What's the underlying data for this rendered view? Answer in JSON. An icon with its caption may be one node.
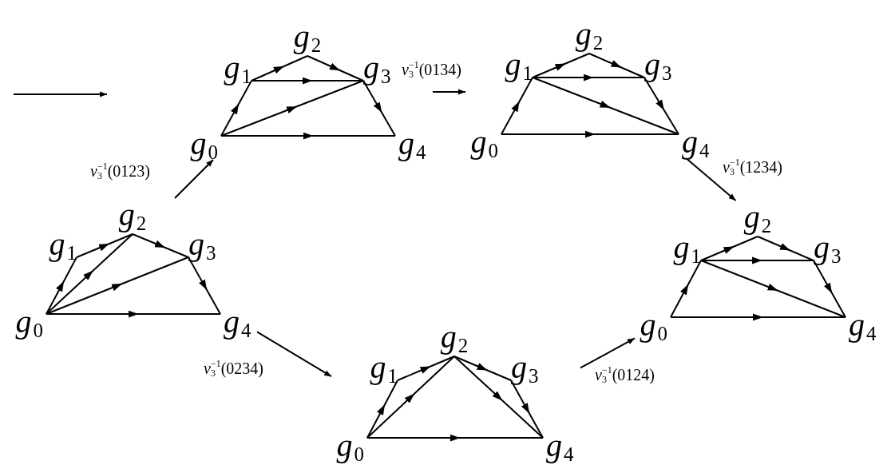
{
  "diagram": {
    "nodes": [
      {
        "text": [
          "g$_{0}$",
          "g$_{1}$",
          "g$_{2}$",
          "g$_{3}$",
          "g$_{4}$"
        ]
      },
      {
        "text": [
          "g$_{0}$",
          "g$_{1}$",
          "g$_{2}$",
          "g$_{3}$",
          "g$_{4}$"
        ]
      },
      {
        "text": [
          "g$_{0}$",
          "g$_{1}$",
          "g$_{2}$",
          "g$_{3}$",
          "g$_{4}$"
        ]
      },
      {
        "text": [
          "g$_{0}$",
          "g$_{1}$",
          "g$_{2}$",
          "g$_{3}$",
          "g$_{4}$"
        ]
      },
      {
        "text": [
          "g$_{0}$",
          "g$_{1}$",
          "g$_{2}$",
          "g$_{3}$",
          "g$_{4}$"
        ]
      }
    ],
    "edges": [
      {
        "from": 0,
        "to": 1,
        "label": "*ν*$_{3}$$^{−1}$(0123)",
        "arrow": "to"
      },
      {
        "from": 1,
        "to": 2,
        "label": "*ν*$_{3}$$^{−1}$(0134)",
        "arrow": "to"
      },
      {
        "from": 2,
        "to": 4,
        "label": "*ν*$_{3}$$^{−1}$(1234)",
        "arrow": "to"
      },
      {
        "from": 0,
        "to": 3,
        "label": "*ν*$_{3}$$^{−1}$(0234)",
        "arrow": "to"
      },
      {
        "from": 3,
        "to": 4,
        "label": "*ν*$_{3}$$^{−1}$(0124)",
        "arrow": "to"
      }
    ]
  }
}
